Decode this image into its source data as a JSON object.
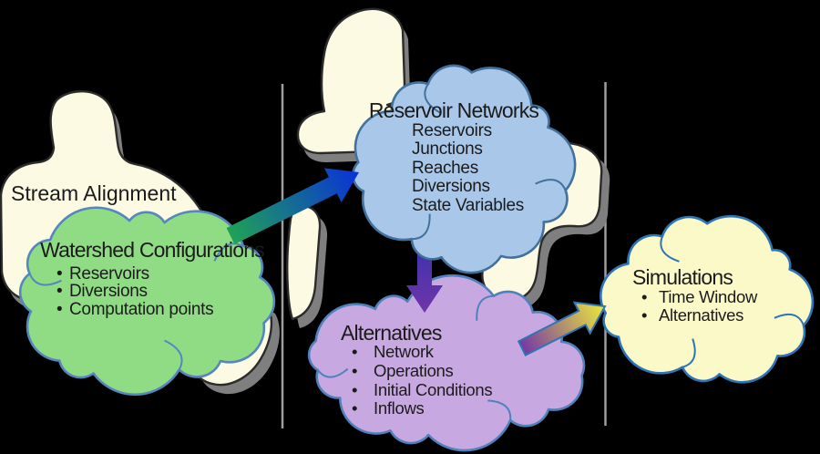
{
  "stream_alignment_label": "Stream Alignment",
  "clouds": {
    "watershed": {
      "title": "Watershed Configurations",
      "items": [
        "Reservoirs",
        "Diversions",
        "Computation points"
      ],
      "fill": "#90DC85",
      "stroke": "#5586BE"
    },
    "networks": {
      "title": "Reservoir Networks",
      "items": [
        "Reservoirs",
        "Junctions",
        "Reaches",
        "Diversions",
        "State Variables"
      ],
      "fill": "#A9C8E9",
      "stroke": "#41719C"
    },
    "alternatives": {
      "title": "Alternatives",
      "items": [
        "Network",
        "Operations",
        "Initial Conditions",
        "Inflows"
      ],
      "fill": "#C7A8E0",
      "stroke": "#4F81BD"
    },
    "simulations": {
      "title": "Simulations",
      "items": [
        "Time Window",
        "Alternatives"
      ],
      "fill": "#FBF9C7",
      "stroke": "#2E75B6"
    }
  },
  "arrows": [
    {
      "name": "watershed-to-networks",
      "from": "#1FA257",
      "to": "#0A31D8"
    },
    {
      "name": "networks-to-alternatives",
      "from": "#2E31B0",
      "to": "#6F35A8"
    },
    {
      "name": "alternatives-to-simulations",
      "from": "#7638A3",
      "to": "#EDE93B",
      "outline": "#2E75B6"
    }
  ],
  "background_shapes": {
    "fill": "#FCFAE2",
    "outline": "#2B2B2B",
    "shadow": "#7F7F7F"
  },
  "divider_color": "#9E9E9E",
  "text_color": "#1B1B1B",
  "background": "#000000"
}
